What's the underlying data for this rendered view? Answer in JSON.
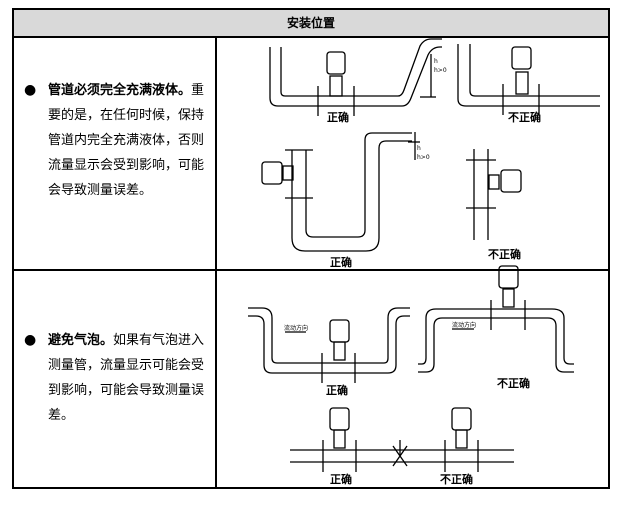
{
  "header": {
    "title": "安装位置"
  },
  "rows": [
    {
      "bold": "管道必须完全充满液体。",
      "text": "重要的是，在任何时候，保持管道内完全充满液体，否则流量显示会受到影响，可能会导致测量误差。",
      "labels": {
        "correct_1": "正确",
        "incorrect_1": "不正确",
        "correct_2": "正确",
        "incorrect_2": "不正确",
        "h1": "h",
        "h2": "h>0",
        "h3": "h",
        "h4": "h>0"
      }
    },
    {
      "bold": "避免气泡。",
      "text": "如果有气泡进入测量管，流量显示可能会受到影响，可能会导致测量误差。",
      "labels": {
        "correct_1": "正确",
        "incorrect_1": "不正确",
        "correct_2": "正确",
        "incorrect_2": "不正确",
        "flow_1": "流动方向",
        "flow_2": "流动方向"
      }
    }
  ],
  "bullet": "●"
}
